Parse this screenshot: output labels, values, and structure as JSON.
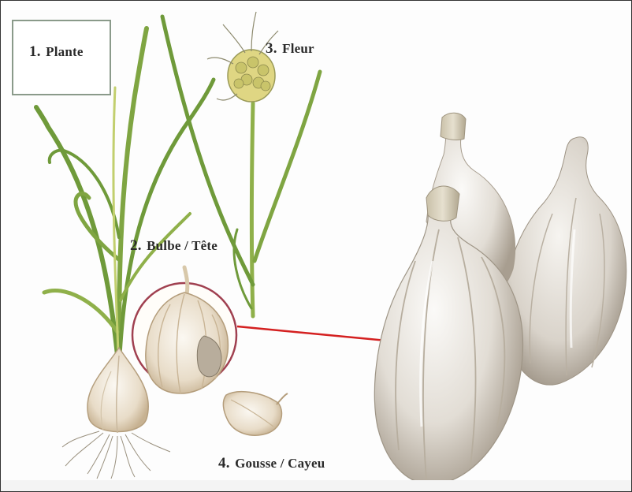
{
  "labels": {
    "plante": {
      "num": "1.",
      "text": "Plante"
    },
    "bulbe": {
      "num": "2.",
      "text": "Bulbe / Tête"
    },
    "fleur": {
      "num": "3.",
      "text": "Fleur"
    },
    "gousse": {
      "num": "4.",
      "text": "Gousse / Cayeu"
    }
  },
  "colors": {
    "leaf": "#6f9a3a",
    "leaf_light": "#b7c96a",
    "stem": "#8fb04a",
    "flower": "#d9d07a",
    "bulb": "#efe6d8",
    "bulb_shadow": "#c9b89e",
    "circle": "#a04050",
    "arrow": "#d42020",
    "garlic_light": "#f2f0ee",
    "garlic_mid": "#d8d3cc",
    "garlic_dark": "#a59c8e"
  }
}
